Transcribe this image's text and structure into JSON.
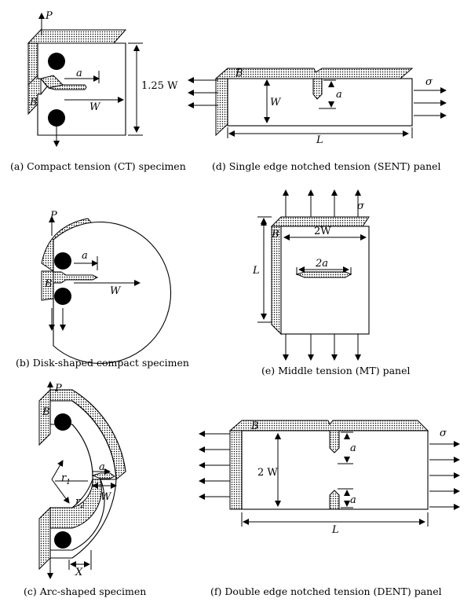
{
  "captions": {
    "a": "(a) Compact tension (CT) specimen",
    "b": "(b) Disk-shaped compact specimen",
    "c": "(c) Arc-shaped specimen",
    "d": "(d) Single edge notched tension (SENT) panel",
    "e": "(e) Middle tension (MT) panel",
    "f": "(f) Double edge notched tension (DENT) panel"
  },
  "labels": {
    "P": "P",
    "a": "a",
    "W": "W",
    "B": "B",
    "height_125W": "1.25 W",
    "sigma": "σ",
    "L": "L",
    "two_W": "2W",
    "two_a": "2a",
    "two_W_spaced": "2 W",
    "r1": "r",
    "r2": "r",
    "sub1": "1",
    "sub2": "2",
    "X": "X"
  }
}
